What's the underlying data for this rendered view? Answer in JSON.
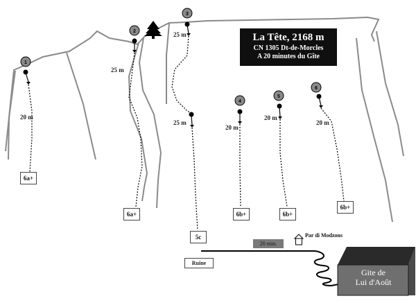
{
  "title": {
    "name": "La Tête, 2168 m",
    "map_ref": "CN 1305 Dt-de-Morcles",
    "access": "A 20 minutes du Gîte"
  },
  "routes": [
    {
      "number": "1",
      "pitch": "20 m",
      "grade": "6a+"
    },
    {
      "number": "2",
      "pitches": [
        "25 m"
      ],
      "grade": "6a+"
    },
    {
      "number": "3",
      "pitches": [
        "25 m",
        "25 m"
      ],
      "grade": "5c"
    },
    {
      "number": "4",
      "pitch": "20 m",
      "grade": "6b+"
    },
    {
      "number": "5",
      "pitch": "20 m",
      "grade": "6b+"
    },
    {
      "number": "6",
      "pitch": "20 m",
      "grade": "6b+"
    }
  ],
  "approach": {
    "ruine": "Ruine",
    "time": "20 min.",
    "parking": "Par di Modzons",
    "hut": [
      "Gite de",
      "Lui d'Août"
    ]
  },
  "icons": [
    "tree-icon",
    "house-icon",
    "hut-icon",
    "belay-marker-icon"
  ],
  "colors": {
    "title_bg": "#0f0f0f",
    "hut_wall": "#6f6f6f",
    "hut_roof": "#2a2a2a",
    "time_box": "#7a7a7a",
    "belay_fill": "#8a8a8a"
  }
}
